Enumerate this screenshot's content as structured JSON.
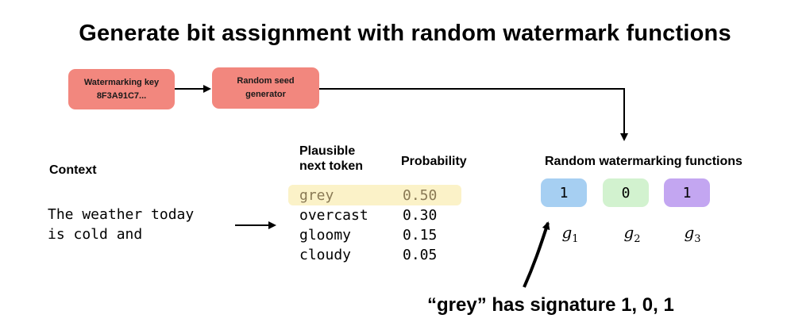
{
  "title": "Generate bit assignment with random watermark functions",
  "key_box": {
    "line1": "Watermarking key",
    "line2": "8F3A91C7..."
  },
  "seed_box": {
    "line1": "Random seed",
    "line2": "generator"
  },
  "context": {
    "header": "Context",
    "line1": "The weather today",
    "line2": "is cold and"
  },
  "table": {
    "token_header_line1": "Plausible",
    "token_header_line2": "next token",
    "prob_header": "Probability",
    "rows": [
      {
        "token": "grey",
        "prob": "0.50"
      },
      {
        "token": "overcast",
        "prob": "0.30"
      },
      {
        "token": "gloomy",
        "prob": "0.15"
      },
      {
        "token": "cloudy",
        "prob": "0.05"
      }
    ],
    "highlight_color": "#fbf2c8"
  },
  "functions": {
    "header": "Random watermarking functions",
    "items": [
      {
        "value": "1",
        "label": "g",
        "sub": "1",
        "color": "#a6cff2"
      },
      {
        "value": "0",
        "label": "g",
        "sub": "2",
        "color": "#d2f2cf"
      },
      {
        "value": "1",
        "label": "g",
        "sub": "3",
        "color": "#c3a6f1"
      }
    ]
  },
  "signature": "“grey” has signature 1, 0, 1",
  "colors": {
    "key_box": "#f2877e",
    "seed_box": "#f2877e"
  }
}
